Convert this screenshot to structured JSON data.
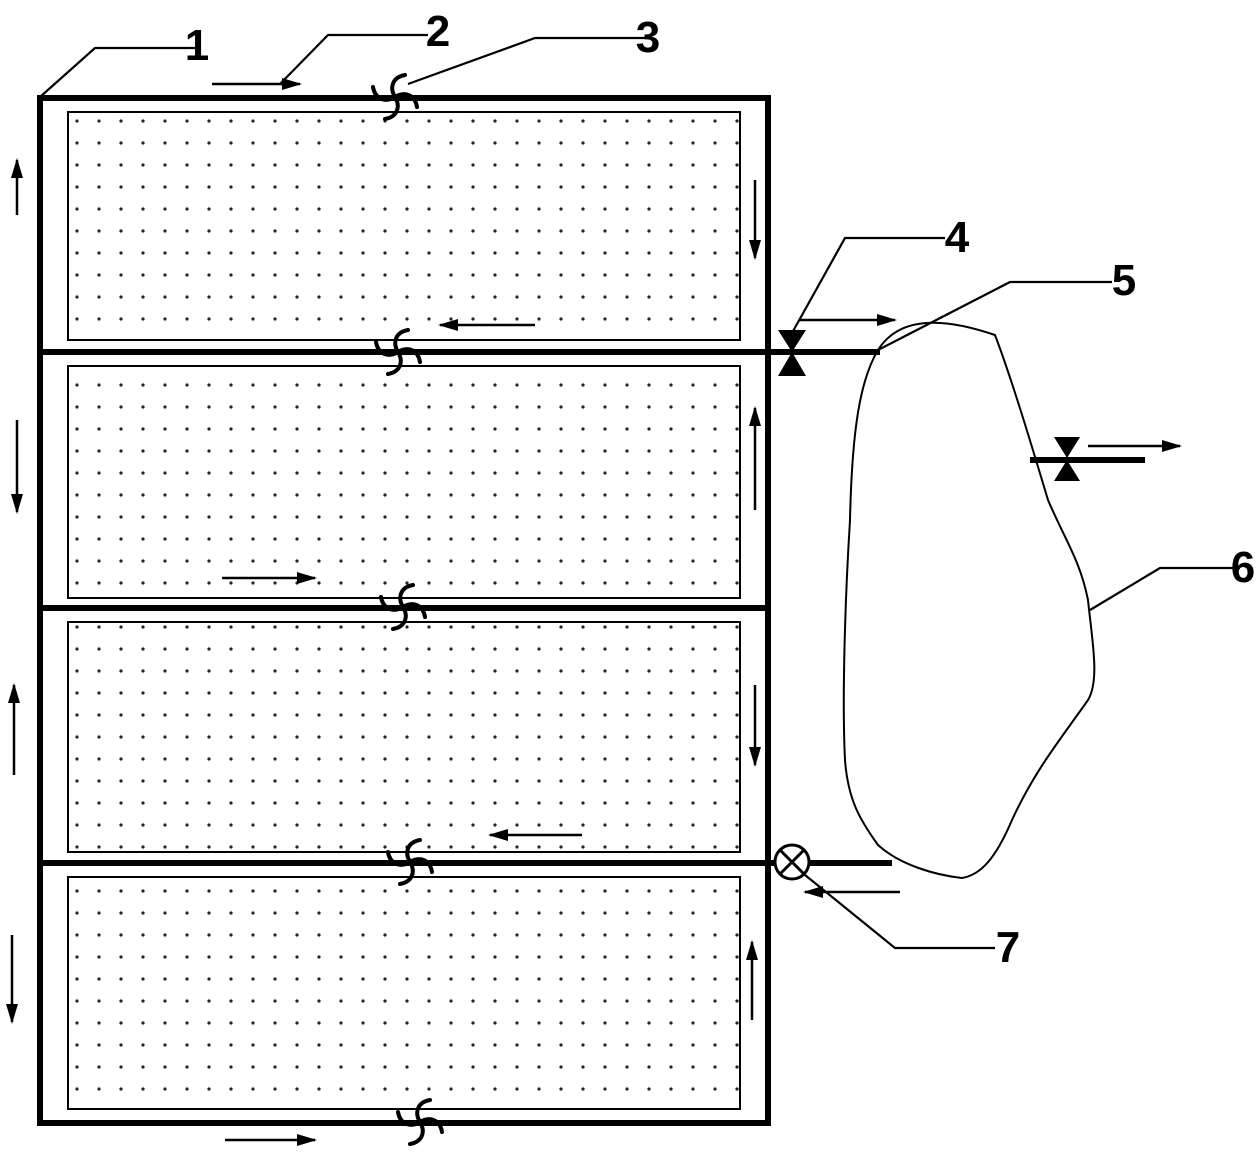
{
  "figure": {
    "labels": {
      "l1": "1",
      "l2": "2",
      "l3": "3",
      "l4": "4",
      "l5": "5",
      "l6": "6",
      "l7": "7"
    },
    "colors": {
      "line": "#000000",
      "background": "#ffffff",
      "dots": "#222222"
    },
    "icons": [
      "fan-icon",
      "valve-icon",
      "pump-icon",
      "flow-arrow-icon"
    ]
  }
}
